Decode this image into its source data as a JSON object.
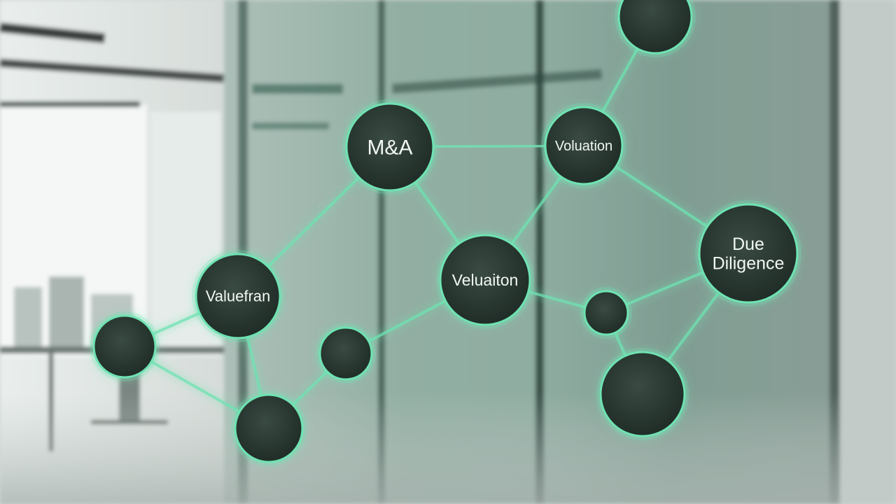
{
  "scene": {
    "accent_color": "#6fe3b2",
    "node_fill": "#2b3a33",
    "nodes": [
      {
        "id": "top",
        "label": ""
      },
      {
        "id": "ma",
        "label": "M&A"
      },
      {
        "id": "valuation-top",
        "label": "Voluation"
      },
      {
        "id": "due-diligence",
        "label": "Due Diligence"
      },
      {
        "id": "valuation-center",
        "label": "Veluaiton"
      },
      {
        "id": "valuation-left",
        "label": "Valuefran"
      },
      {
        "id": "small-right",
        "label": ""
      },
      {
        "id": "big-bottom-right",
        "label": ""
      },
      {
        "id": "small-center",
        "label": ""
      },
      {
        "id": "left",
        "label": ""
      },
      {
        "id": "bottom",
        "label": ""
      }
    ],
    "edges": [
      [
        "ma",
        "valuation-top"
      ],
      [
        "top",
        "valuation-top"
      ],
      [
        "ma",
        "valuation-left"
      ],
      [
        "ma",
        "valuation-center"
      ],
      [
        "valuation-top",
        "valuation-center"
      ],
      [
        "valuation-top",
        "due-diligence"
      ],
      [
        "valuation-center",
        "small-center"
      ],
      [
        "valuation-center",
        "small-right"
      ],
      [
        "small-right",
        "due-diligence"
      ],
      [
        "due-diligence",
        "big-bottom-right"
      ],
      [
        "small-right",
        "big-bottom-right"
      ],
      [
        "valuation-left",
        "left"
      ],
      [
        "valuation-left",
        "bottom"
      ],
      [
        "left",
        "bottom"
      ],
      [
        "small-center",
        "bottom"
      ]
    ]
  }
}
